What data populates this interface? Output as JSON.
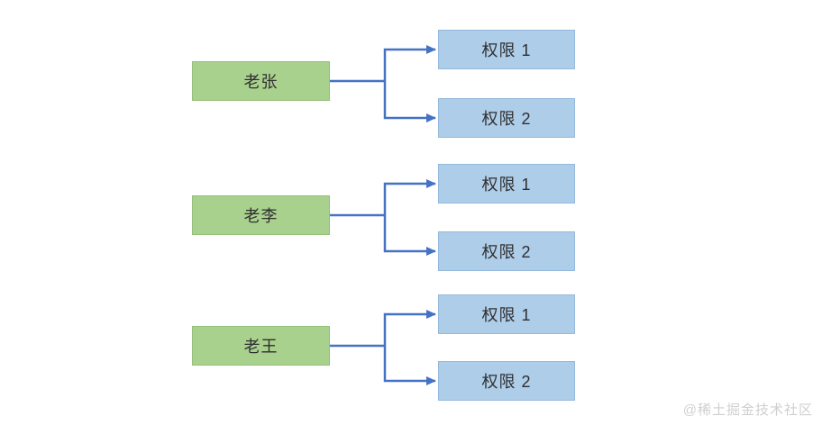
{
  "diagram": {
    "type": "flow-diagram",
    "groups": [
      {
        "source": {
          "label": "老张"
        },
        "targets": [
          {
            "label": "权限 1"
          },
          {
            "label": "权限 2"
          }
        ]
      },
      {
        "source": {
          "label": "老李"
        },
        "targets": [
          {
            "label": "权限 1"
          },
          {
            "label": "权限 2"
          }
        ]
      },
      {
        "source": {
          "label": "老王"
        },
        "targets": [
          {
            "label": "权限 1"
          },
          {
            "label": "权限 2"
          }
        ]
      }
    ],
    "colors": {
      "source_fill": "#A9D18E",
      "target_fill": "#AECDE9",
      "connector": "#4472C4",
      "text": "#2F2F2F",
      "watermark": "#CFCFCF"
    }
  },
  "watermark": {
    "text": "@稀土掘金技术社区"
  }
}
